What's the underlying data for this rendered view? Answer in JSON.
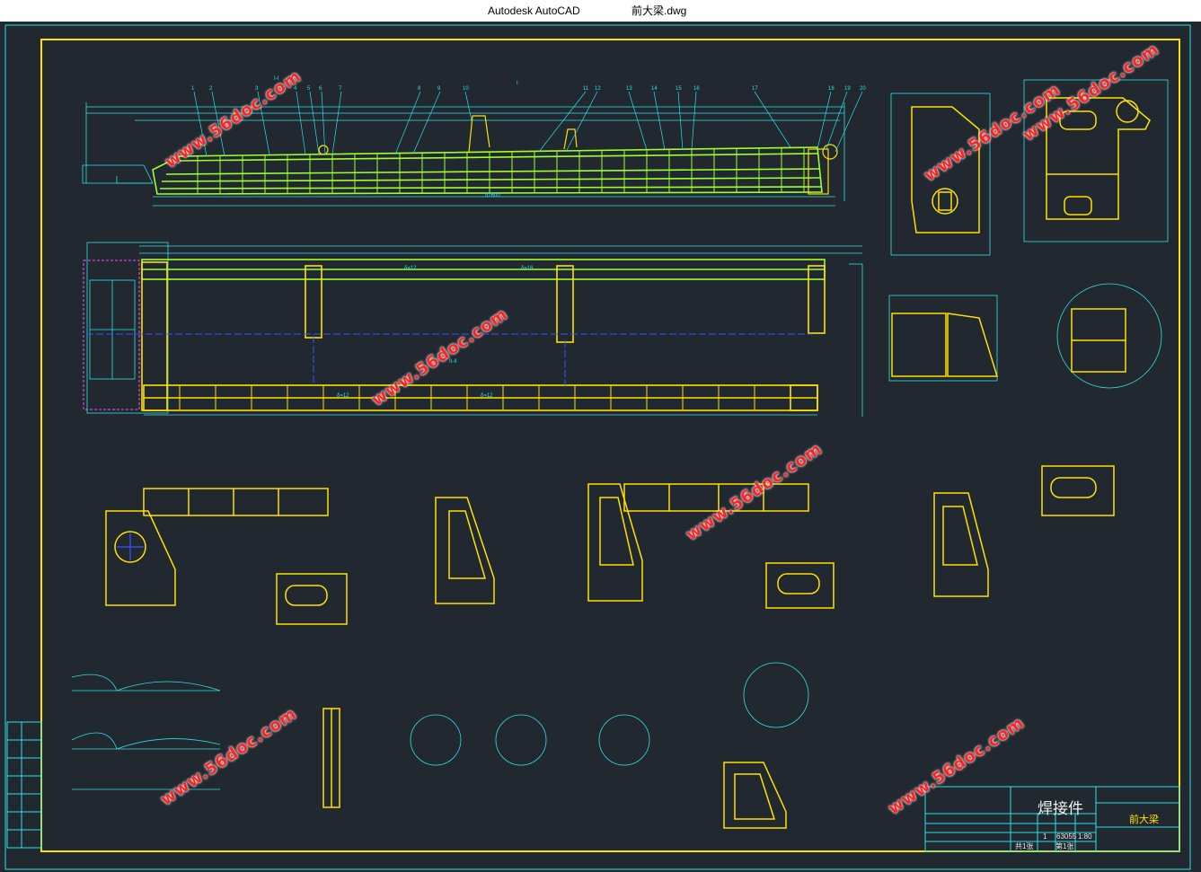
{
  "window": {
    "app_name": "Autodesk AutoCAD",
    "file_name": "前大梁.dwg"
  },
  "colors": {
    "background": "#212830",
    "frame": "#ffe100",
    "beam": "#9dff2e",
    "dimension": "#2fe0e6",
    "centerline": "#3b55ff",
    "section": "#ff4aff",
    "watermark": "#ff2424"
  },
  "watermarks": [
    "www.56doc.com",
    "www.56doc.com",
    "www.56doc.com",
    "www.56doc.com",
    "www.56doc.com",
    "www.56doc.com",
    "www.56doc.com"
  ],
  "title_block": {
    "title": "焊接件",
    "part_name": "前大梁",
    "sheet_count": "共1张",
    "sheet_no": "第1张",
    "scale": "1:80",
    "weight": "63055",
    "quantity": "1"
  },
  "icons": [
    "drawing-canvas-icon"
  ]
}
